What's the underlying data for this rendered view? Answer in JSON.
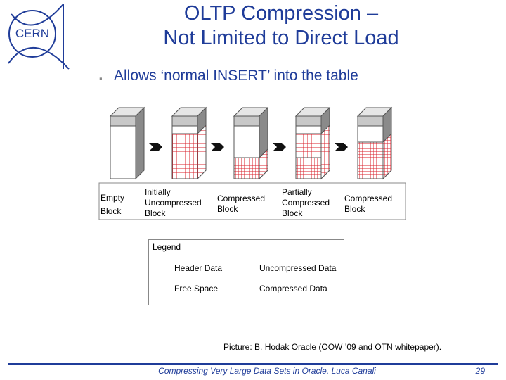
{
  "slide": {
    "title_line1": "OLTP Compression –",
    "title_line2": "Not Limited to Direct Load",
    "bullet": "Allows ‘normal INSERT’ into the table",
    "logo_text": "CERN"
  },
  "stages": [
    {
      "line1": "Empty",
      "line2": "Block",
      "line3": ""
    },
    {
      "line1": "Initially",
      "line2": "Uncompressed",
      "line3": "Block"
    },
    {
      "line1": "Compressed",
      "line2": "Block",
      "line3": ""
    },
    {
      "line1": "Partially",
      "line2": "Compressed",
      "line3": "Block"
    },
    {
      "line1": "Compressed",
      "line2": "Block",
      "line3": ""
    }
  ],
  "legend": {
    "title": "Legend",
    "header_data": "Header Data",
    "free_space": "Free Space",
    "uncompressed_data": "Uncompressed Data",
    "compressed_data": "Compressed Data"
  },
  "caption": "Picture: B. Hodak Oracle (OOW ’09 and OTN whitepaper).",
  "footer": {
    "text": "Compressing Very Large Data Sets in Oracle, Luca Canali",
    "page": "29"
  },
  "colors": {
    "title": "#1f3c99",
    "header": "#c8c8c8",
    "grid_red": "#d9232e"
  }
}
